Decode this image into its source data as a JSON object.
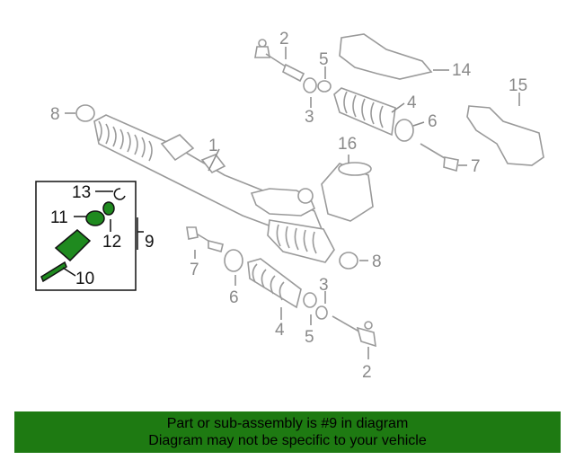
{
  "diagram": {
    "callouts": {
      "c1": "1",
      "c2a": "2",
      "c2b": "2",
      "c3a": "3",
      "c3b": "3",
      "c4a": "4",
      "c4b": "4",
      "c5a": "5",
      "c5b": "5",
      "c6a": "6",
      "c6b": "6",
      "c7a": "7",
      "c7b": "7",
      "c8a": "8",
      "c8b": "8",
      "c9": "9",
      "c10": "10",
      "c11": "11",
      "c12": "12",
      "c13": "13",
      "c14": "14",
      "c15": "15",
      "c16": "16"
    },
    "colors": {
      "highlight": "#1f8a1f",
      "banner": "#1e7a12",
      "lines": "#9a9a9a"
    }
  },
  "notice": {
    "line1": "Part or sub-assembly is #9 in diagram",
    "line2": "Diagram may not be specific to your vehicle"
  }
}
